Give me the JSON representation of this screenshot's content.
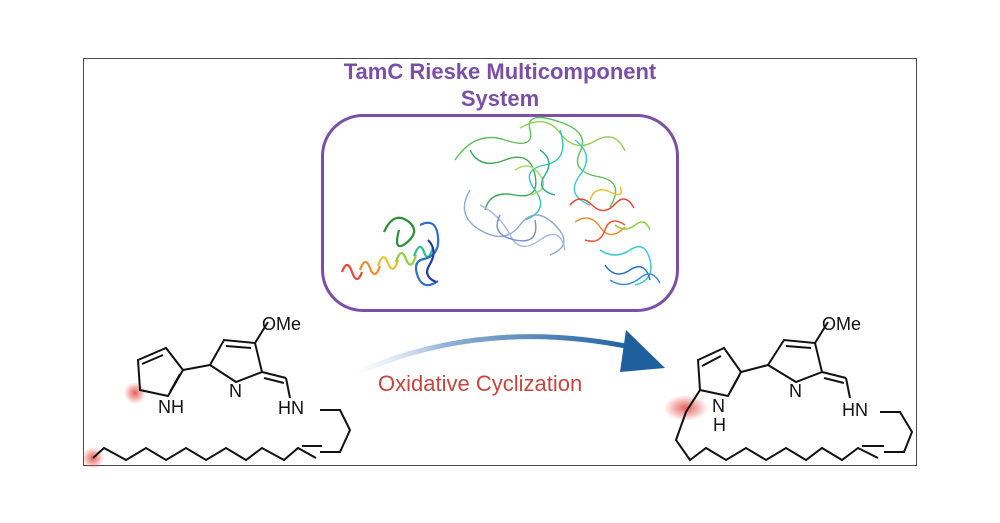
{
  "title": {
    "line1": "TamC Rieske Multicomponent",
    "line2": "System"
  },
  "reaction": {
    "label": "Oxidative Cyclization"
  },
  "substrate": {
    "ome_label": "OMe",
    "n_label": "N",
    "nh_label": "NH",
    "hn_label": "HN"
  },
  "product": {
    "ome_label": "OMe",
    "n_label": "N",
    "nh_n": "N",
    "nh_h": "H",
    "hn_label": "HN"
  },
  "colors": {
    "title": "#7b4fa8",
    "box_border": "#7b4fa8",
    "reaction_label": "#c4463f",
    "arrow": "#1f5f9e",
    "highlight": "#e0413a"
  },
  "icons": [
    "helix-protein-icon",
    "protein-complex-icon",
    "ferredoxin-protein-icon",
    "curved-reaction-arrow-icon"
  ]
}
